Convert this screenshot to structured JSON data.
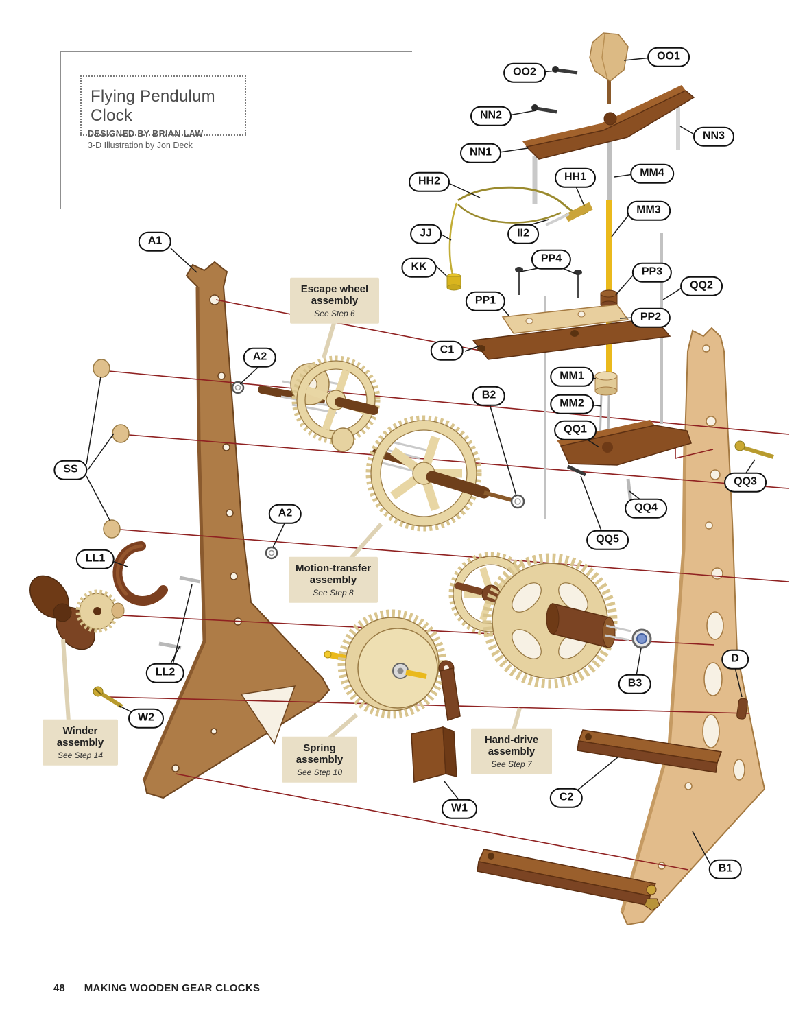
{
  "page": {
    "title": "Flying Pendulum Clock",
    "designer": "DESIGNED BY BRIAN LAW",
    "illustrator": "3-D Illustration by Jon Deck",
    "page_number": "48",
    "footer": "MAKING WOODEN GEAR CLOCKS"
  },
  "colors": {
    "axis_red": "#8f2121",
    "callout_border": "#111111",
    "annotation_bg": "#e9dfc6",
    "wood_dark": "#7b4423",
    "wood_medium": "#ae7c47",
    "wood_light": "#e2bc8b",
    "gear_cream": "#e8d6a4",
    "shaft_yellow": "#eab91c",
    "bearing_blue": "#7d96cf"
  },
  "callouts": [
    {
      "id": "OO1",
      "label": "OO1"
    },
    {
      "id": "OO2",
      "label": "OO2"
    },
    {
      "id": "NN2",
      "label": "NN2"
    },
    {
      "id": "NN3",
      "label": "NN3"
    },
    {
      "id": "NN1",
      "label": "NN1"
    },
    {
      "id": "HH2",
      "label": "HH2"
    },
    {
      "id": "HH1",
      "label": "HH1"
    },
    {
      "id": "MM4",
      "label": "MM4"
    },
    {
      "id": "MM3",
      "label": "MM3"
    },
    {
      "id": "JJ",
      "label": "JJ"
    },
    {
      "id": "II2",
      "label": "II2"
    },
    {
      "id": "KK",
      "label": "KK"
    },
    {
      "id": "PP4",
      "label": "PP4"
    },
    {
      "id": "PP3",
      "label": "PP3"
    },
    {
      "id": "QQ2",
      "label": "QQ2"
    },
    {
      "id": "PP1",
      "label": "PP1"
    },
    {
      "id": "PP2",
      "label": "PP2"
    },
    {
      "id": "C1",
      "label": "C1"
    },
    {
      "id": "A1",
      "label": "A1"
    },
    {
      "id": "MM1",
      "label": "MM1"
    },
    {
      "id": "MM2",
      "label": "MM2"
    },
    {
      "id": "A2-upper",
      "label": "A2"
    },
    {
      "id": "B2",
      "label": "B2"
    },
    {
      "id": "QQ1",
      "label": "QQ1"
    },
    {
      "id": "SS",
      "label": "SS"
    },
    {
      "id": "QQ3",
      "label": "QQ3"
    },
    {
      "id": "QQ4",
      "label": "QQ4"
    },
    {
      "id": "A2-lower",
      "label": "A2"
    },
    {
      "id": "QQ5",
      "label": "QQ5"
    },
    {
      "id": "LL1",
      "label": "LL1"
    },
    {
      "id": "LL2",
      "label": "LL2"
    },
    {
      "id": "W2",
      "label": "W2"
    },
    {
      "id": "B3",
      "label": "B3"
    },
    {
      "id": "D",
      "label": "D"
    },
    {
      "id": "C2",
      "label": "C2"
    },
    {
      "id": "W1",
      "label": "W1"
    },
    {
      "id": "B1",
      "label": "B1"
    }
  ],
  "annotations": [
    {
      "title": "Escape wheel assembly",
      "step": "See Step 6"
    },
    {
      "title": "Motion-transfer assembly",
      "step": "See Step 8"
    },
    {
      "title": "Winder assembly",
      "step": "See Step 14"
    },
    {
      "title": "Spring assembly",
      "step": "See Step 10"
    },
    {
      "title": "Hand-drive assembly",
      "step": "See Step 7"
    }
  ]
}
